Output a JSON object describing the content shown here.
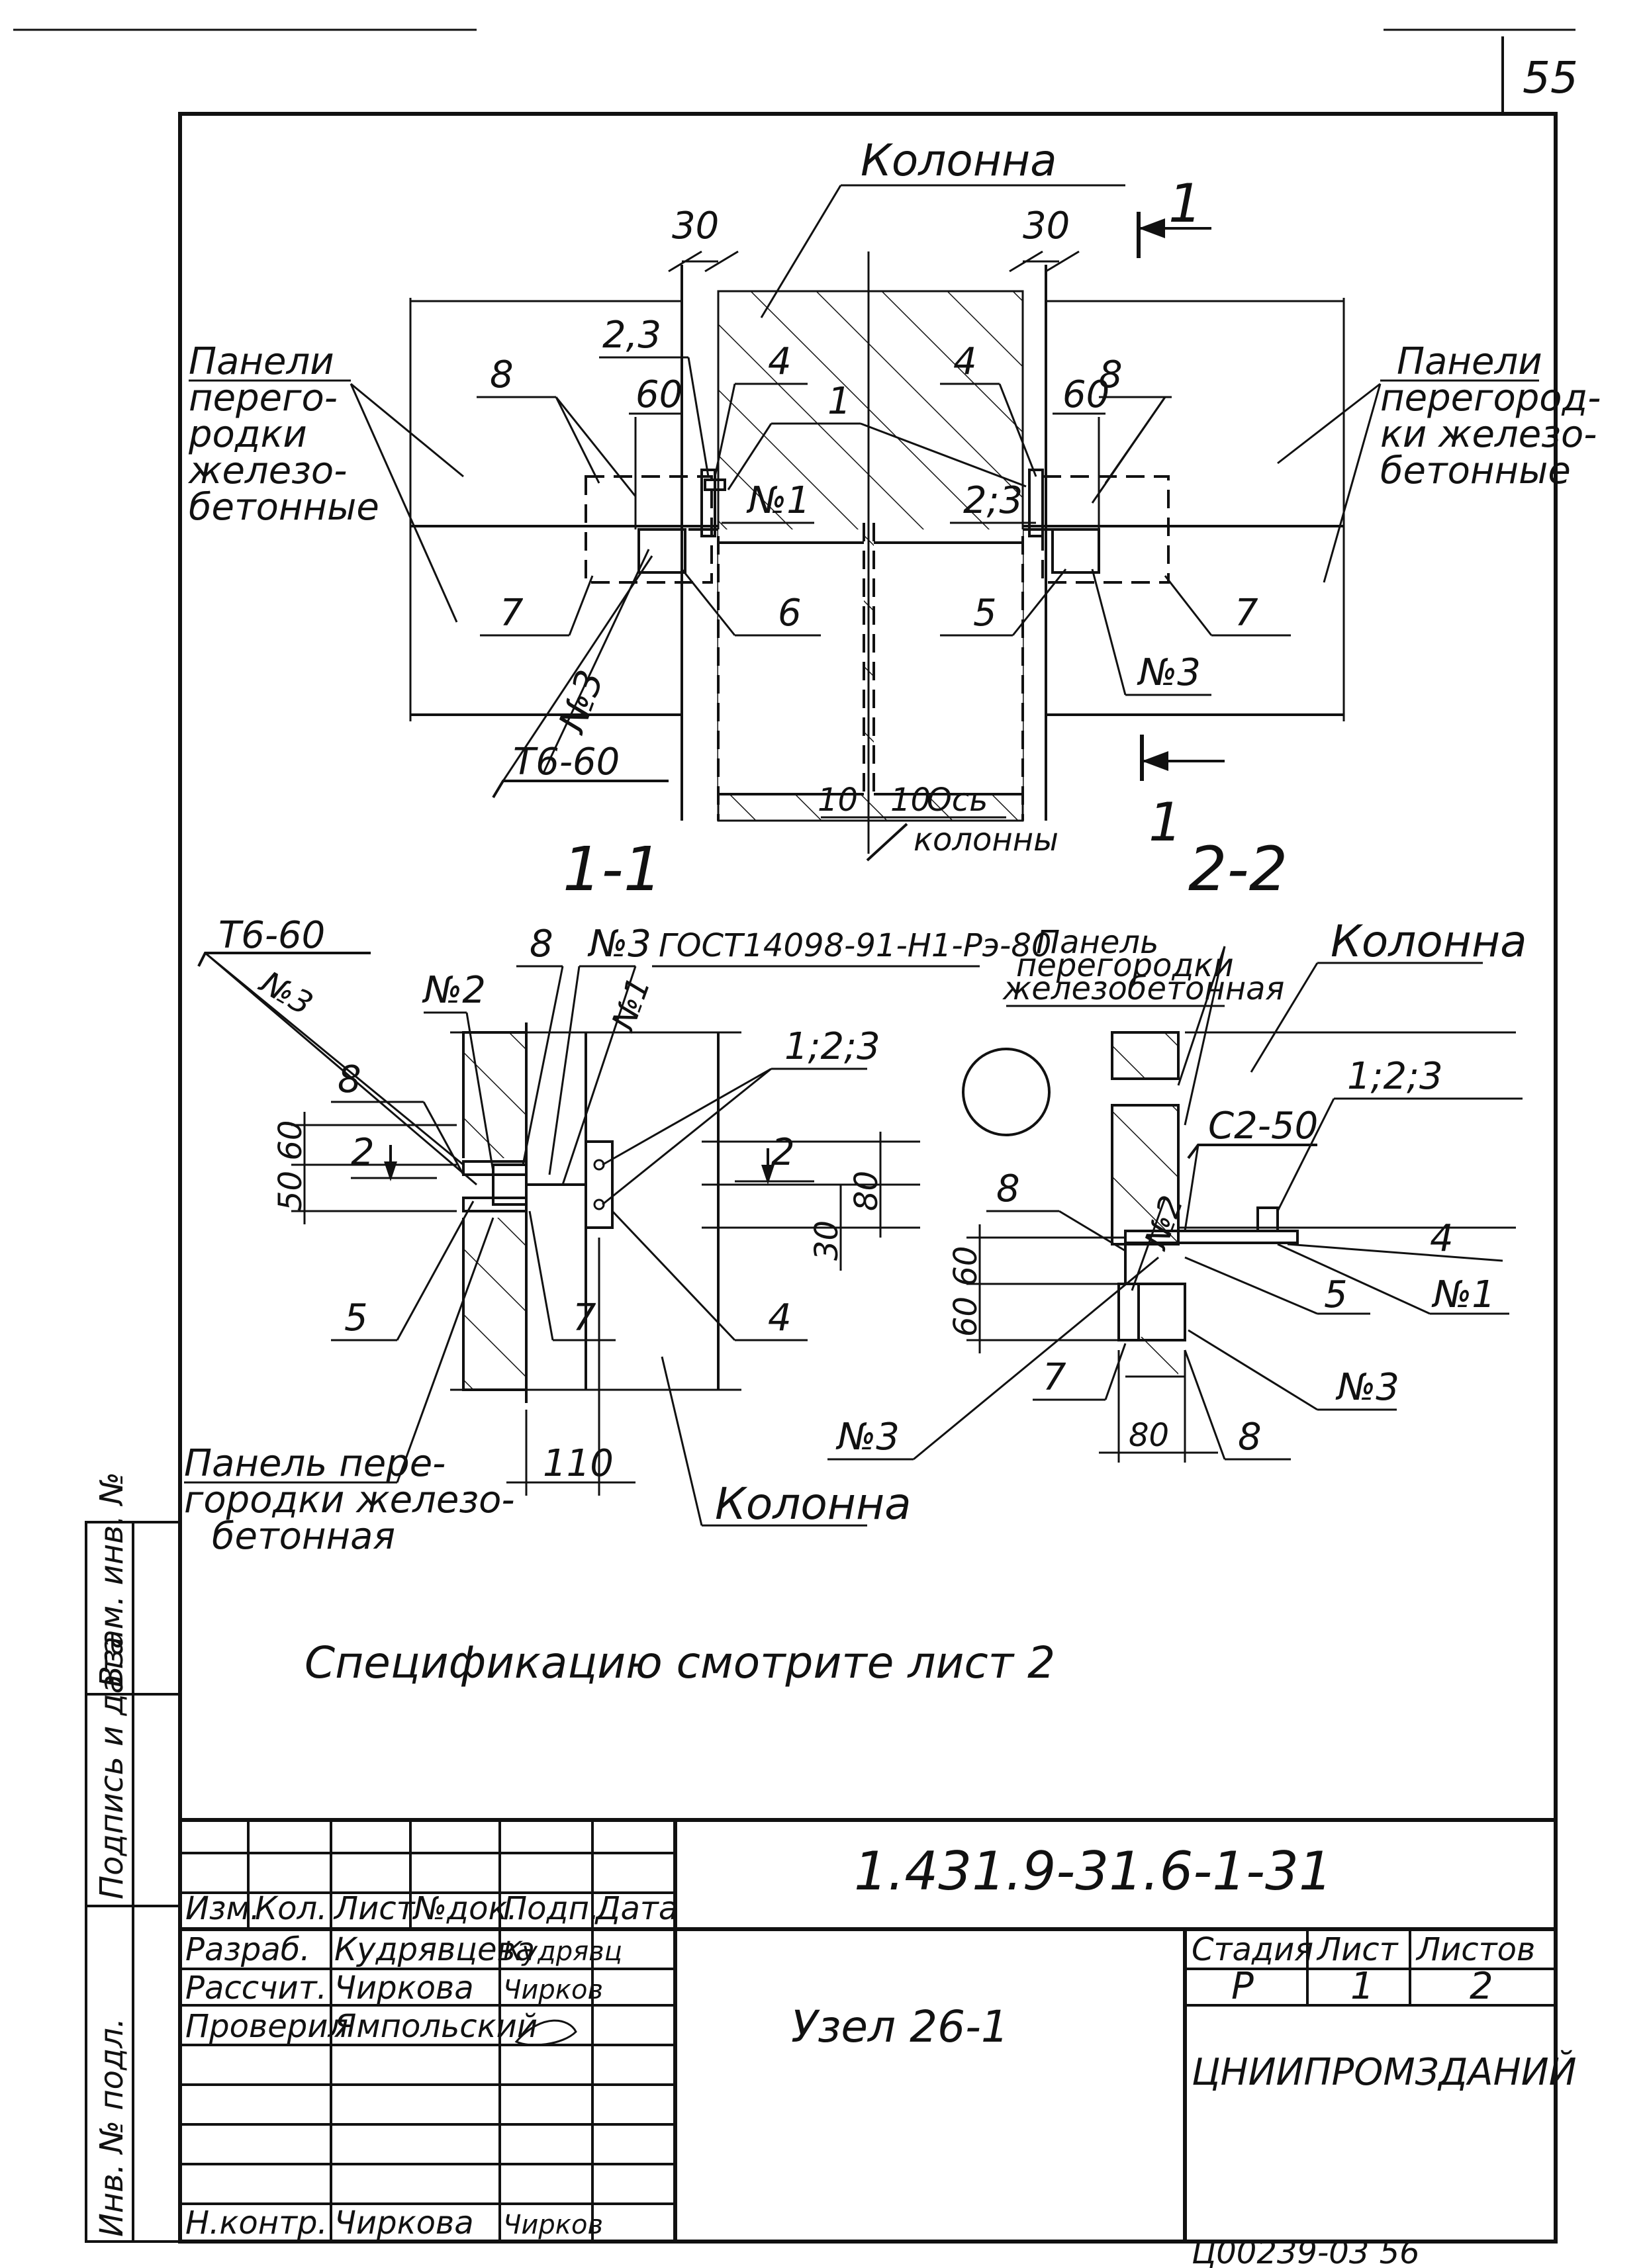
{
  "page_number": "55",
  "top": {
    "column_label": "Колонна",
    "section_mark": "1",
    "dim_left_30": "30",
    "dim_right_30": "30",
    "dim_left_60": "60",
    "dim_right_60": "60",
    "panel_left": [
      "Панели",
      "перего-",
      "родки",
      "железо-",
      "бетонные"
    ],
    "panel_right": [
      "Панели",
      "перегород-",
      "ки железо-",
      "бетонные"
    ],
    "callouts": {
      "c8a": "8",
      "c8b": "8",
      "c23a": "2,3",
      "c23b": "2;3",
      "c4a": "4",
      "c4b": "4",
      "c1": "1",
      "n1": "№1",
      "n3a": "№3",
      "n3b": "№3",
      "c7a": "7",
      "c7b": "7",
      "c6": "6",
      "c5": "5"
    },
    "weld": "Т6-60",
    "dim_10a": "10",
    "dim_10b": "10",
    "axis_label": [
      "Ось",
      "колонны"
    ]
  },
  "section_11": {
    "title": "1-1",
    "weld": "Т6-60",
    "n3": "№3",
    "n2": "№2",
    "c8a": "8",
    "c8b": "8",
    "n3b": "№3",
    "n1": "№1",
    "gost": "ГОСТ14098-91-Н1-Рэ-80",
    "c123": "1;2;3",
    "dims": {
      "d5060": "50 60",
      "d2": "2",
      "d2b": "2",
      "d80": "80",
      "d30": "30",
      "d110": "110"
    },
    "c5": "5",
    "c7": "7",
    "c4": "4",
    "panel_label": [
      "Панель пере-",
      "городки железо-",
      "бетонная"
    ],
    "column_label": "Колонна"
  },
  "section_22": {
    "title": "2-2",
    "panel_label": [
      "Панель",
      "перегородки",
      "железобетонная"
    ],
    "column_label": "Колонна",
    "weld": "С2-50",
    "c123": "1;2;3",
    "c8": "8",
    "n2": "№2",
    "c4": "4",
    "n1": "№1",
    "c5": "5",
    "d6060": "60 60",
    "c7": "7",
    "n3a": "№3",
    "n3b": "№3",
    "c8b": "8",
    "d80": "80"
  },
  "spec_note": "Спецификацию смотрите лист 2",
  "side_stamp": [
    "Инв. № подл.",
    "Подпись и дата",
    "Взам. инв. №"
  ],
  "title_block": {
    "code": "1.431.9-31.6-1-31",
    "headers": [
      "Изм.",
      "Кол.",
      "Лист",
      "№док.",
      "Подп.",
      "Дата"
    ],
    "rows": [
      {
        "role": "Разраб.",
        "name": "Кудрявцева",
        "sign": "Кудрявц"
      },
      {
        "role": "Рассчит.",
        "name": "Чиркова",
        "sign": "Чирков"
      },
      {
        "role": "Проверил",
        "name": "Ямпольский",
        "sign": ""
      },
      {
        "role": "Н.контр.",
        "name": "Чиркова",
        "sign": "Чирков"
      }
    ],
    "node_name": "Узел 26-1",
    "stage_header": "Стадия",
    "sheet_header": "Лист",
    "sheets_header": "Листов",
    "stage": "Р",
    "sheet": "1",
    "sheets": "2",
    "org": "ЦНИИПРОМЗДАНИЙ"
  },
  "bottom_note": "Ц00239-03 56"
}
